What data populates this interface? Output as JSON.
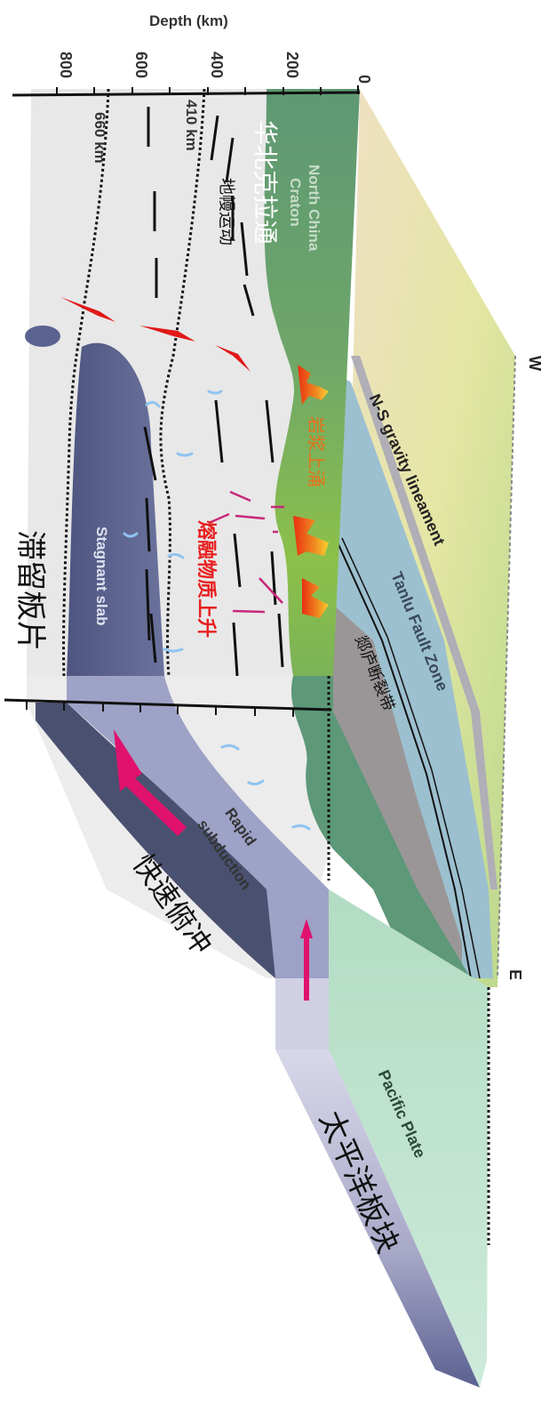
{
  "axis": {
    "title": "Depth (km)",
    "ticks": [
      "800",
      "600",
      "400",
      "200",
      "0"
    ]
  },
  "boundaries": {
    "d410": "410 km",
    "d660": "660 km"
  },
  "compass": {
    "west": "W",
    "east": "E"
  },
  "labels": {
    "north_china_craton_en": "North China Craton",
    "north_china_craton_line1": "North China",
    "north_china_craton_line2": "Craton",
    "north_china_craton_zh": "华北克拉通",
    "mantle_flow_zh": "地幔运动",
    "magma_upwelling_zh": "岩浆上涌",
    "melt_rise_zh": "熔融物质上升",
    "ns_gravity_lineament": "N-S gravity lineament",
    "tanlu_fault_zone_en": "Tanlu Fault Zone",
    "tanlu_fault_zone_zh": "郯庐断裂带",
    "stagnant_slab_en": "Stagnant slab",
    "stagnant_slab_zh": "滞留板片",
    "rapid_subduction_line1": "Rapid",
    "rapid_subduction_line2": "subduction",
    "rapid_subduction_zh": "快速俯冲",
    "pacific_plate_en": "Pacific Plate",
    "pacific_plate_zh": "太平洋板块"
  },
  "colors": {
    "craton_dark_green": "#5e9873",
    "craton_light_green": "#8cc04a",
    "mantle_grey": "#e8e8e8",
    "surface_yellow": "#e6e2a8",
    "tanlu_blue": "#9cc0cf",
    "tanlu_grey": "#9a9697",
    "slab_blue": "#5d6590",
    "slab_light": "#a4a6c8",
    "pacific_green": "#bfe2cd",
    "magma_orange": "#f07a1a",
    "melt_arrow": "#c8287a",
    "subduction_arrow": "#e0126e",
    "red_arrow": "#e01818",
    "melt_text": "#e82020",
    "magma_text": "#e8701a"
  }
}
